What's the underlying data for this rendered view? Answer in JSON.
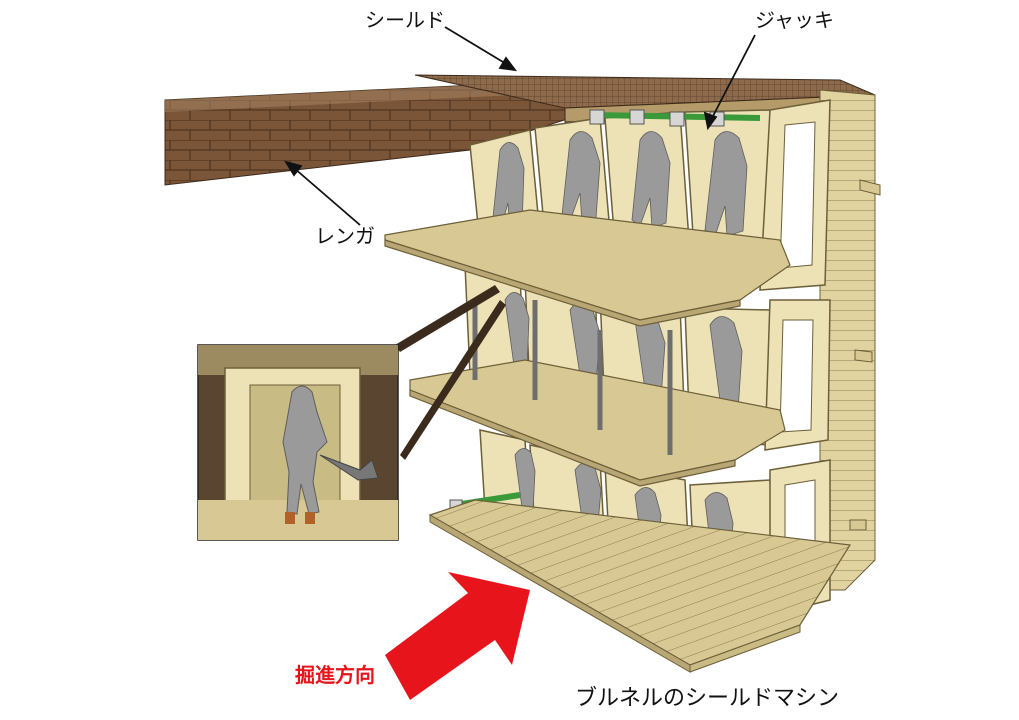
{
  "labels": {
    "shield": "シールド",
    "jack": "ジャッキ",
    "brick": "レンガ",
    "direction": "掘進方向",
    "caption": "ブルネルのシールドマシン"
  },
  "colors": {
    "frame": "#ece2b6",
    "frame_dark": "#c9bb84",
    "plank": "#d8c994",
    "plank_line": "#8c7c4f",
    "brick": "#7b5538",
    "brick_light": "#a88565",
    "worker": "#9a9a9a",
    "jack": "#3a9a3a",
    "arrow": "#e8141c",
    "soil": "#5a4630"
  },
  "icons": {
    "arrow": "thick-red-arrow",
    "worker": "worker-silhouette"
  }
}
